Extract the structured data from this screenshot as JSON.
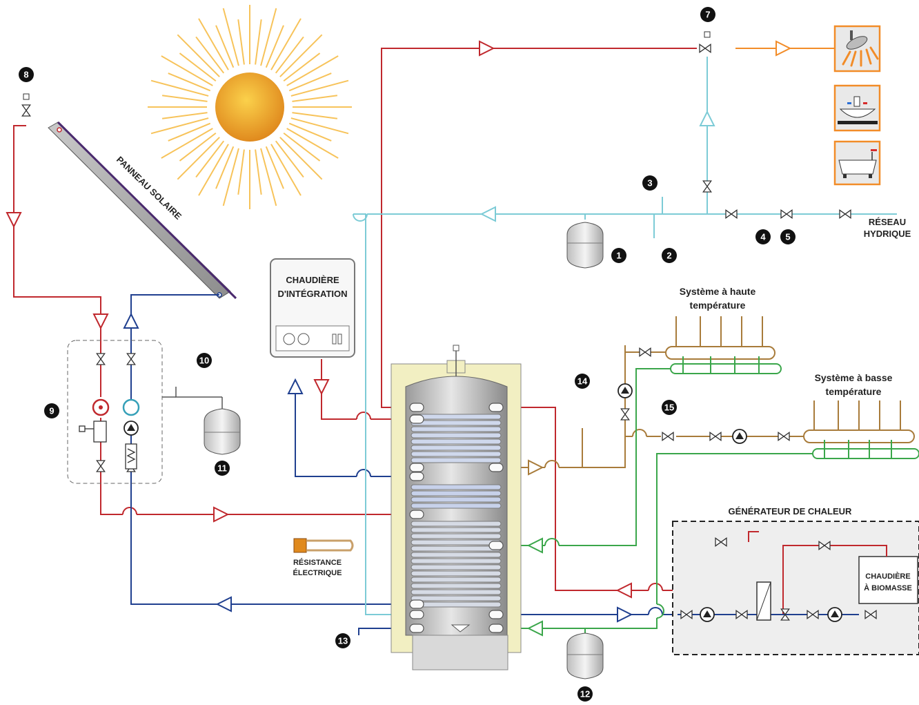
{
  "labels": {
    "solar_panel": "PANNEAU SOLAIRE",
    "boiler_line1": "CHAUDIÈRE",
    "boiler_line2": "D'INTÉGRATION",
    "high_temp_line1": "Système à haute",
    "high_temp_line2": "température",
    "low_temp_line1": "Système à basse",
    "low_temp_line2": "température",
    "network_line1": "RÉSEAU",
    "network_line2": "HYDRIQUE",
    "heat_generator": "GÉNÉRATEUR DE CHALEUR",
    "biomass_line1": "CHAUDIÈRE",
    "biomass_line2": "À BIOMASSE",
    "electric_line1": "RÉSISTANCE",
    "electric_line2": "ÉLECTRIQUE"
  },
  "markers": [
    "1",
    "2",
    "3",
    "4",
    "5",
    "7",
    "8",
    "9",
    "10",
    "11",
    "12",
    "13",
    "14",
    "15"
  ],
  "colors": {
    "hot_solar": "#c0282d",
    "cold_solar": "#1f3f8f",
    "sanitary_cold": "#7ccbd6",
    "mixed_hot": "#f28c28",
    "heating_supply": "#a87b3a",
    "heating_return": "#3aa64a",
    "panel": "#a8a8a8",
    "insulation": "#f2efc2"
  },
  "icons": [
    "sun-icon",
    "shower-icon",
    "washbasin-icon",
    "bathtub-icon",
    "pump-icon",
    "valve-icon",
    "expansion-vessel-icon",
    "heating-element-icon"
  ]
}
